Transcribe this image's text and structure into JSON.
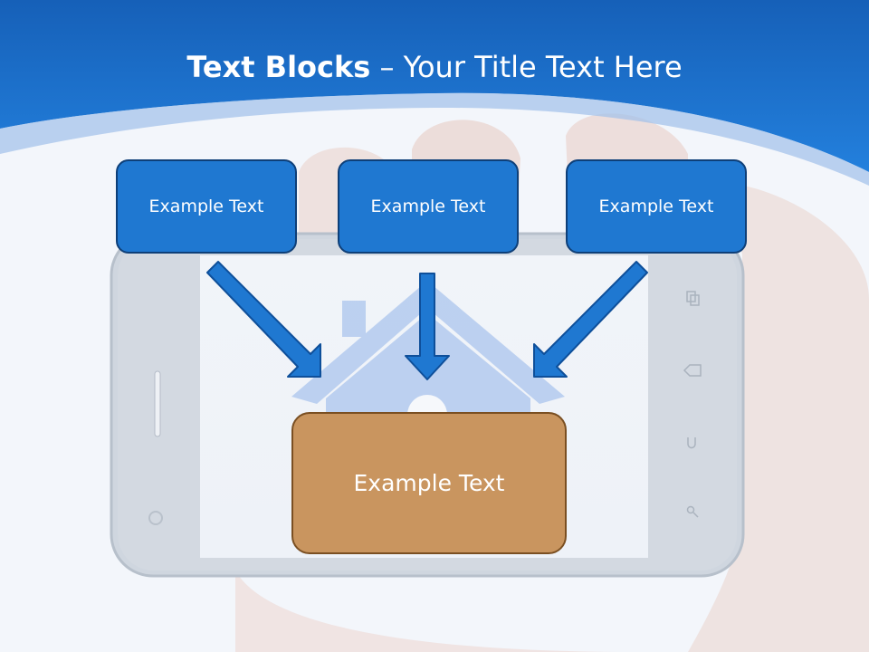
{
  "slide": {
    "title_bold": "Text Blocks",
    "title_dash": "–",
    "title_rest": "Your Title Text Here"
  },
  "diagram": {
    "top_blocks": [
      {
        "label": "Example Text"
      },
      {
        "label": "Example Text"
      },
      {
        "label": "Example Text"
      }
    ],
    "center_block": {
      "label": "Example Text"
    }
  },
  "colors": {
    "header_blue": "#1f78d1",
    "block_blue": "#1f78d1",
    "block_border": "#0e3f78",
    "center_fill": "#c9955f",
    "center_border": "#7a4f22",
    "arrow_blue": "#1f78d1"
  }
}
